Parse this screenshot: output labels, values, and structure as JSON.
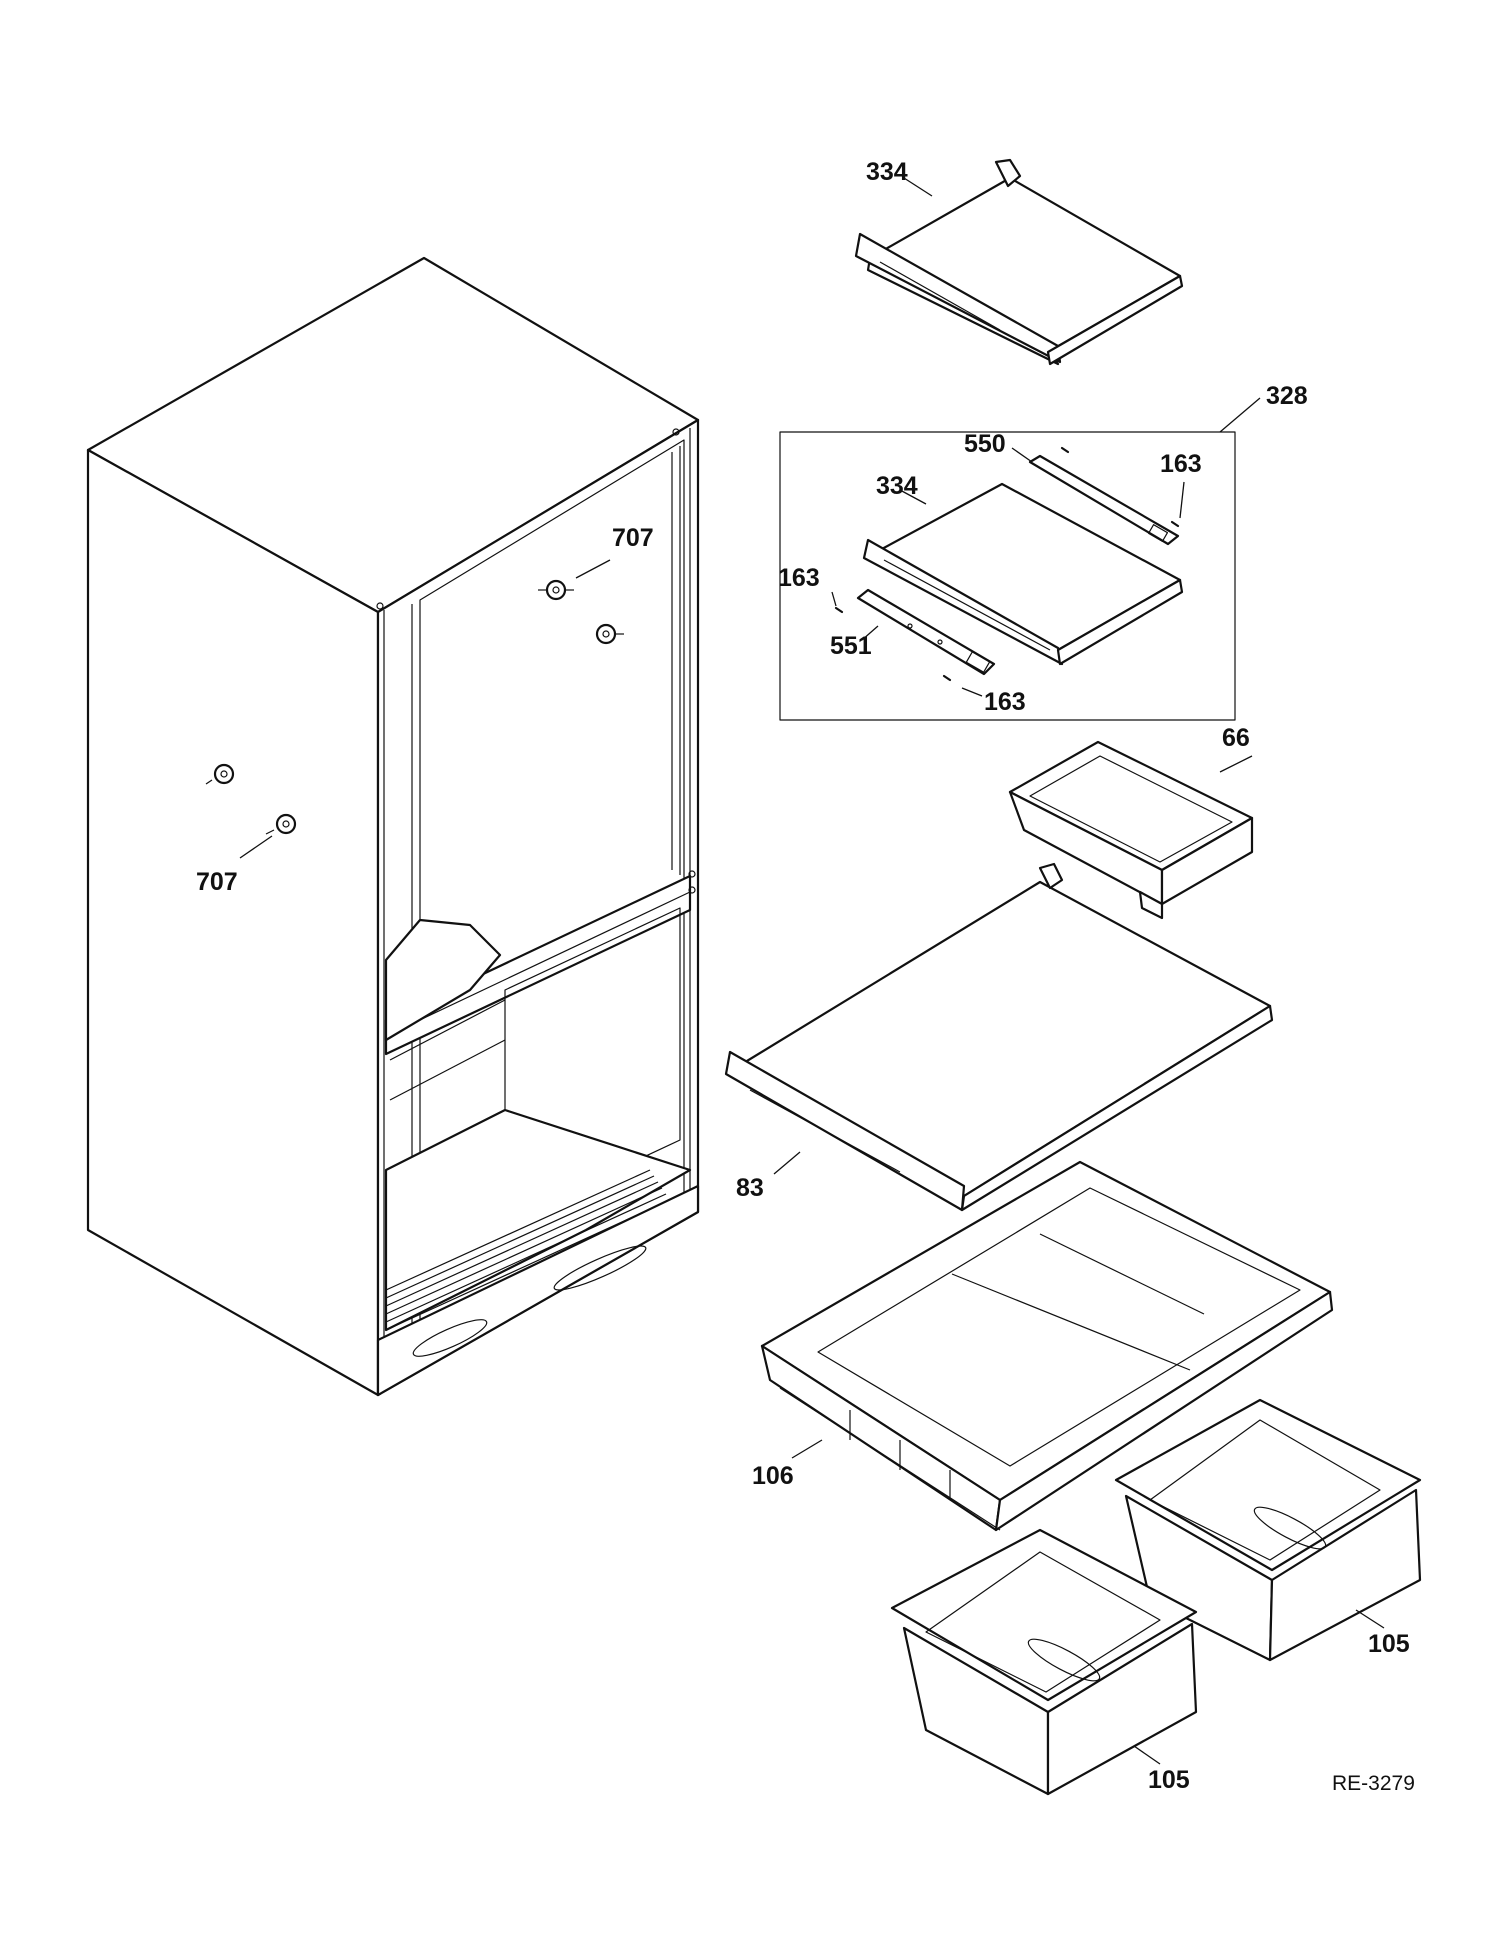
{
  "diagram": {
    "drawing_code": "RE-3279",
    "callouts": {
      "shelf_top": "334",
      "shelf_assembly": "328",
      "slide_right": "550",
      "shelf_in_assembly": "334",
      "screw_right": "163",
      "screw_left": "163",
      "slide_left": "551",
      "screw_bottom": "163",
      "cabinet_stud_upper": "707",
      "cabinet_stud_lower": "707",
      "deli_pan": "66",
      "glass_shelf": "83",
      "crisper_cover": "106",
      "crisper_drawer_right": "105",
      "crisper_drawer_left": "105"
    }
  }
}
